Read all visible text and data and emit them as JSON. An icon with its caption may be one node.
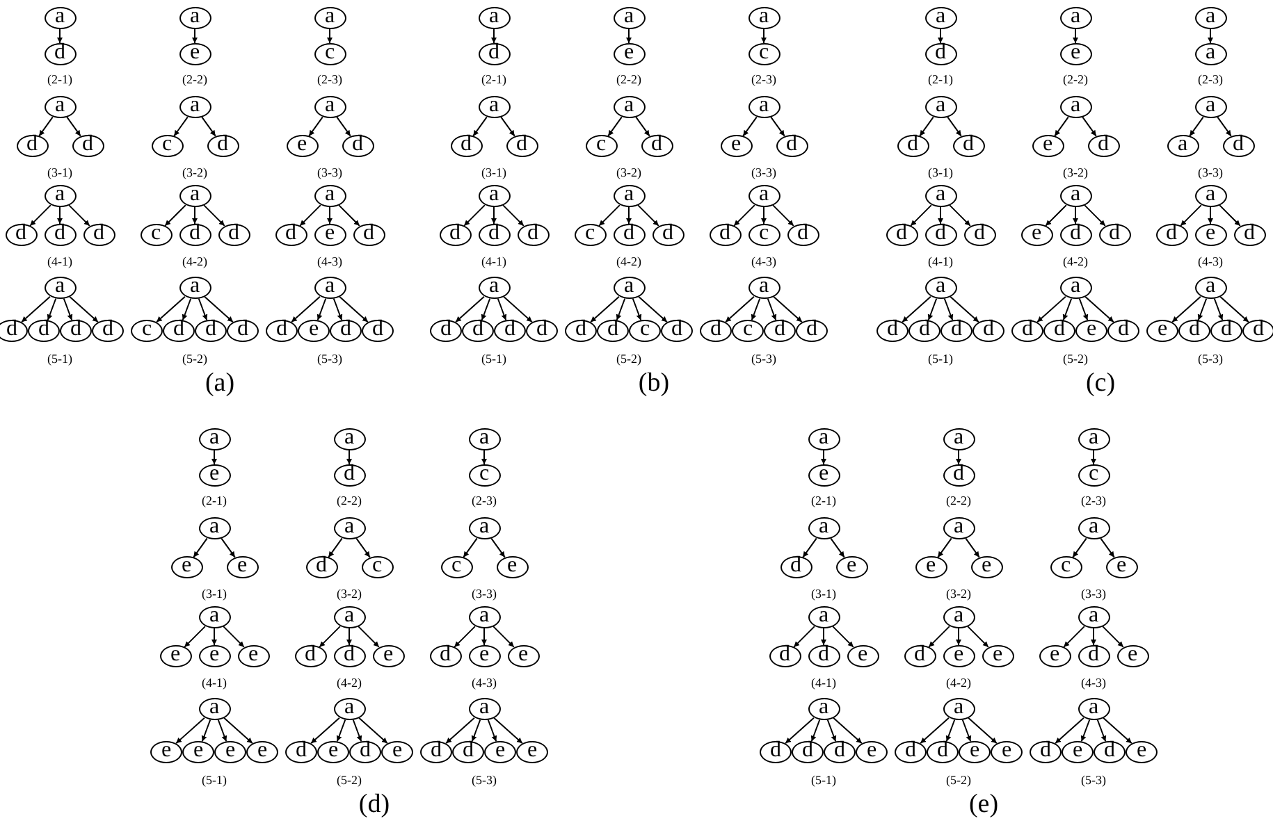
{
  "diagram": {
    "nodes": [
      {
        "text": [
          "a"
        ]
      },
      {
        "text": [
          "d"
        ]
      },
      {
        "text": [
          "a"
        ]
      },
      {
        "text": [
          "e"
        ]
      },
      {
        "text": [
          "a"
        ]
      },
      {
        "text": [
          "c"
        ]
      },
      {
        "text": [
          "a"
        ]
      },
      {
        "text": [
          "d"
        ]
      },
      {
        "text": [
          "d"
        ]
      },
      {
        "text": [
          "a"
        ]
      },
      {
        "text": [
          "c"
        ]
      },
      {
        "text": [
          "d"
        ]
      },
      {
        "text": [
          "a"
        ]
      },
      {
        "text": [
          "e"
        ]
      },
      {
        "text": [
          "d"
        ]
      },
      {
        "text": [
          "a"
        ]
      },
      {
        "text": [
          "d"
        ]
      },
      {
        "text": [
          "d"
        ]
      },
      {
        "text": [
          "d"
        ]
      },
      {
        "text": [
          "a"
        ]
      },
      {
        "text": [
          "c"
        ]
      },
      {
        "text": [
          "d"
        ]
      },
      {
        "text": [
          "d"
        ]
      },
      {
        "text": [
          "a"
        ]
      },
      {
        "text": [
          "d"
        ]
      },
      {
        "text": [
          "e"
        ]
      },
      {
        "text": [
          "d"
        ]
      },
      {
        "text": [
          "a"
        ]
      },
      {
        "text": [
          "d"
        ]
      },
      {
        "text": [
          "d"
        ]
      },
      {
        "text": [
          "d"
        ]
      },
      {
        "text": [
          "d"
        ]
      },
      {
        "text": [
          "a"
        ]
      },
      {
        "text": [
          "c"
        ]
      },
      {
        "text": [
          "d"
        ]
      },
      {
        "text": [
          "d"
        ]
      },
      {
        "text": [
          "d"
        ]
      },
      {
        "text": [
          "a"
        ]
      },
      {
        "text": [
          "d"
        ]
      },
      {
        "text": [
          "e"
        ]
      },
      {
        "text": [
          "d"
        ]
      },
      {
        "text": [
          "d"
        ]
      },
      {
        "text": [
          "a"
        ]
      },
      {
        "text": [
          "d"
        ]
      },
      {
        "text": [
          "a"
        ]
      },
      {
        "text": [
          "e"
        ]
      },
      {
        "text": [
          "a"
        ]
      },
      {
        "text": [
          "c"
        ]
      },
      {
        "text": [
          "a"
        ]
      },
      {
        "text": [
          "d"
        ]
      },
      {
        "text": [
          "d"
        ]
      },
      {
        "text": [
          "a"
        ]
      },
      {
        "text": [
          "c"
        ]
      },
      {
        "text": [
          "d"
        ]
      },
      {
        "text": [
          "a"
        ]
      },
      {
        "text": [
          "e"
        ]
      },
      {
        "text": [
          "d"
        ]
      },
      {
        "text": [
          "a"
        ]
      },
      {
        "text": [
          "d"
        ]
      },
      {
        "text": [
          "d"
        ]
      },
      {
        "text": [
          "d"
        ]
      },
      {
        "text": [
          "a"
        ]
      },
      {
        "text": [
          "c"
        ]
      },
      {
        "text": [
          "d"
        ]
      },
      {
        "text": [
          "d"
        ]
      },
      {
        "text": [
          "a"
        ]
      },
      {
        "text": [
          "d"
        ]
      },
      {
        "text": [
          "c"
        ]
      },
      {
        "text": [
          "d"
        ]
      },
      {
        "text": [
          "a"
        ]
      },
      {
        "text": [
          "d"
        ]
      },
      {
        "text": [
          "d"
        ]
      },
      {
        "text": [
          "d"
        ]
      },
      {
        "text": [
          "d"
        ]
      },
      {
        "text": [
          "a"
        ]
      },
      {
        "text": [
          "d"
        ]
      },
      {
        "text": [
          "d"
        ]
      },
      {
        "text": [
          "c"
        ]
      },
      {
        "text": [
          "d"
        ]
      },
      {
        "text": [
          "a"
        ]
      },
      {
        "text": [
          "d"
        ]
      },
      {
        "text": [
          "c"
        ]
      },
      {
        "text": [
          "d"
        ]
      },
      {
        "text": [
          "d"
        ]
      },
      {
        "text": [
          "a"
        ]
      },
      {
        "text": [
          "d"
        ]
      },
      {
        "text": [
          "a"
        ]
      },
      {
        "text": [
          "e"
        ]
      },
      {
        "text": [
          "a"
        ]
      },
      {
        "text": [
          "a"
        ]
      },
      {
        "text": [
          "a"
        ]
      },
      {
        "text": [
          "d"
        ]
      },
      {
        "text": [
          "d"
        ]
      },
      {
        "text": [
          "a"
        ]
      },
      {
        "text": [
          "e"
        ]
      },
      {
        "text": [
          "d"
        ]
      },
      {
        "text": [
          "a"
        ]
      },
      {
        "text": [
          "a"
        ]
      },
      {
        "text": [
          "d"
        ]
      },
      {
        "text": [
          "a"
        ]
      },
      {
        "text": [
          "d"
        ]
      },
      {
        "text": [
          "d"
        ]
      },
      {
        "text": [
          "d"
        ]
      },
      {
        "text": [
          "a"
        ]
      },
      {
        "text": [
          "e"
        ]
      },
      {
        "text": [
          "d"
        ]
      },
      {
        "text": [
          "d"
        ]
      },
      {
        "text": [
          "a"
        ]
      },
      {
        "text": [
          "d"
        ]
      },
      {
        "text": [
          "e"
        ]
      },
      {
        "text": [
          "d"
        ]
      },
      {
        "text": [
          "a"
        ]
      },
      {
        "text": [
          "d"
        ]
      },
      {
        "text": [
          "d"
        ]
      },
      {
        "text": [
          "d"
        ]
      },
      {
        "text": [
          "d"
        ]
      },
      {
        "text": [
          "a"
        ]
      },
      {
        "text": [
          "d"
        ]
      },
      {
        "text": [
          "d"
        ]
      },
      {
        "text": [
          "e"
        ]
      },
      {
        "text": [
          "d"
        ]
      },
      {
        "text": [
          "a"
        ]
      },
      {
        "text": [
          "e"
        ]
      },
      {
        "text": [
          "d"
        ]
      },
      {
        "text": [
          "d"
        ]
      },
      {
        "text": [
          "d"
        ]
      },
      {
        "text": [
          "a"
        ]
      },
      {
        "text": [
          "e"
        ]
      },
      {
        "text": [
          "a"
        ]
      },
      {
        "text": [
          "d"
        ]
      },
      {
        "text": [
          "a"
        ]
      },
      {
        "text": [
          "c"
        ]
      },
      {
        "text": [
          "a"
        ]
      },
      {
        "text": [
          "e"
        ]
      },
      {
        "text": [
          "e"
        ]
      },
      {
        "text": [
          "a"
        ]
      },
      {
        "text": [
          "d"
        ]
      },
      {
        "text": [
          "c"
        ]
      },
      {
        "text": [
          "a"
        ]
      },
      {
        "text": [
          "c"
        ]
      },
      {
        "text": [
          "e"
        ]
      },
      {
        "text": [
          "a"
        ]
      },
      {
        "text": [
          "e"
        ]
      },
      {
        "text": [
          "e"
        ]
      },
      {
        "text": [
          "e"
        ]
      },
      {
        "text": [
          "a"
        ]
      },
      {
        "text": [
          "d"
        ]
      },
      {
        "text": [
          "d"
        ]
      },
      {
        "text": [
          "e"
        ]
      },
      {
        "text": [
          "a"
        ]
      },
      {
        "text": [
          "d"
        ]
      },
      {
        "text": [
          "e"
        ]
      },
      {
        "text": [
          "e"
        ]
      },
      {
        "text": [
          "a"
        ]
      },
      {
        "text": [
          "e"
        ]
      },
      {
        "text": [
          "e"
        ]
      },
      {
        "text": [
          "e"
        ]
      },
      {
        "text": [
          "e"
        ]
      },
      {
        "text": [
          "a"
        ]
      },
      {
        "text": [
          "d"
        ]
      },
      {
        "text": [
          "e"
        ]
      },
      {
        "text": [
          "d"
        ]
      },
      {
        "text": [
          "e"
        ]
      },
      {
        "text": [
          "a"
        ]
      },
      {
        "text": [
          "d"
        ]
      },
      {
        "text": [
          "d"
        ]
      },
      {
        "text": [
          "e"
        ]
      },
      {
        "text": [
          "e"
        ]
      },
      {
        "text": [
          "a"
        ]
      },
      {
        "text": [
          "e"
        ]
      },
      {
        "text": [
          "a"
        ]
      },
      {
        "text": [
          "d"
        ]
      },
      {
        "text": [
          "a"
        ]
      },
      {
        "text": [
          "c"
        ]
      },
      {
        "text": [
          "a"
        ]
      },
      {
        "text": [
          "d"
        ]
      },
      {
        "text": [
          "e"
        ]
      },
      {
        "text": [
          "a"
        ]
      },
      {
        "text": [
          "e"
        ]
      },
      {
        "text": [
          "e"
        ]
      },
      {
        "text": [
          "a"
        ]
      },
      {
        "text": [
          "c"
        ]
      },
      {
        "text": [
          "e"
        ]
      },
      {
        "text": [
          "a"
        ]
      },
      {
        "text": [
          "d"
        ]
      },
      {
        "text": [
          "d"
        ]
      },
      {
        "text": [
          "e"
        ]
      },
      {
        "text": [
          "a"
        ]
      },
      {
        "text": [
          "d"
        ]
      },
      {
        "text": [
          "e"
        ]
      },
      {
        "text": [
          "e"
        ]
      },
      {
        "text": [
          "a"
        ]
      },
      {
        "text": [
          "e"
        ]
      },
      {
        "text": [
          "d"
        ]
      },
      {
        "text": [
          "e"
        ]
      },
      {
        "text": [
          "a"
        ]
      },
      {
        "text": [
          "d"
        ]
      },
      {
        "text": [
          "d"
        ]
      },
      {
        "text": [
          "d"
        ]
      },
      {
        "text": [
          "e"
        ]
      },
      {
        "text": [
          "a"
        ]
      },
      {
        "text": [
          "d"
        ]
      },
      {
        "text": [
          "d"
        ]
      },
      {
        "text": [
          "e"
        ]
      },
      {
        "text": [
          "e"
        ]
      },
      {
        "text": [
          "a"
        ]
      },
      {
        "text": [
          "d"
        ]
      },
      {
        "text": [
          "e"
        ]
      },
      {
        "text": [
          "d"
        ]
      },
      {
        "text": [
          "e"
        ]
      }
    ],
    "edges": [
      {
        "from": 0,
        "to": 1,
        "arrow": "to"
      },
      {
        "from": 2,
        "to": 3,
        "arrow": "to"
      },
      {
        "from": 4,
        "to": 5,
        "arrow": "to"
      },
      {
        "from": 6,
        "to": 7,
        "arrow": "to"
      },
      {
        "from": 6,
        "to": 8,
        "arrow": "to"
      },
      {
        "from": 9,
        "to": 10,
        "arrow": "to"
      },
      {
        "from": 9,
        "to": 11,
        "arrow": "to"
      },
      {
        "from": 12,
        "to": 13,
        "arrow": "to"
      },
      {
        "from": 12,
        "to": 14,
        "arrow": "to"
      },
      {
        "from": 15,
        "to": 16,
        "arrow": "to"
      },
      {
        "from": 15,
        "to": 17,
        "arrow": "to"
      },
      {
        "from": 15,
        "to": 18,
        "arrow": "to"
      },
      {
        "from": 19,
        "to": 20,
        "arrow": "to"
      },
      {
        "from": 19,
        "to": 21,
        "arrow": "to"
      },
      {
        "from": 19,
        "to": 22,
        "arrow": "to"
      },
      {
        "from": 23,
        "to": 24,
        "arrow": "to"
      },
      {
        "from": 23,
        "to": 25,
        "arrow": "to"
      },
      {
        "from": 23,
        "to": 26,
        "arrow": "to"
      },
      {
        "from": 27,
        "to": 28,
        "arrow": "to"
      },
      {
        "from": 27,
        "to": 29,
        "arrow": "to"
      },
      {
        "from": 27,
        "to": 30,
        "arrow": "to"
      },
      {
        "from": 27,
        "to": 31,
        "arrow": "to"
      },
      {
        "from": 32,
        "to": 33,
        "arrow": "to"
      },
      {
        "from": 32,
        "to": 34,
        "arrow": "to"
      },
      {
        "from": 32,
        "to": 35,
        "arrow": "to"
      },
      {
        "from": 32,
        "to": 36,
        "arrow": "to"
      },
      {
        "from": 37,
        "to": 38,
        "arrow": "to"
      },
      {
        "from": 37,
        "to": 39,
        "arrow": "to"
      },
      {
        "from": 37,
        "to": 40,
        "arrow": "to"
      },
      {
        "from": 37,
        "to": 41,
        "arrow": "to"
      },
      {
        "from": 42,
        "to": 43,
        "arrow": "to"
      },
      {
        "from": 44,
        "to": 45,
        "arrow": "to"
      },
      {
        "from": 46,
        "to": 47,
        "arrow": "to"
      },
      {
        "from": 48,
        "to": 49,
        "arrow": "to"
      },
      {
        "from": 48,
        "to": 50,
        "arrow": "to"
      },
      {
        "from": 51,
        "to": 52,
        "arrow": "to"
      },
      {
        "from": 51,
        "to": 53,
        "arrow": "to"
      },
      {
        "from": 54,
        "to": 55,
        "arrow": "to"
      },
      {
        "from": 54,
        "to": 56,
        "arrow": "to"
      },
      {
        "from": 57,
        "to": 58,
        "arrow": "to"
      },
      {
        "from": 57,
        "to": 59,
        "arrow": "to"
      },
      {
        "from": 57,
        "to": 60,
        "arrow": "to"
      },
      {
        "from": 61,
        "to": 62,
        "arrow": "to"
      },
      {
        "from": 61,
        "to": 63,
        "arrow": "to"
      },
      {
        "from": 61,
        "to": 64,
        "arrow": "to"
      },
      {
        "from": 65,
        "to": 66,
        "arrow": "to"
      },
      {
        "from": 65,
        "to": 67,
        "arrow": "to"
      },
      {
        "from": 65,
        "to": 68,
        "arrow": "to"
      },
      {
        "from": 69,
        "to": 70,
        "arrow": "to"
      },
      {
        "from": 69,
        "to": 71,
        "arrow": "to"
      },
      {
        "from": 69,
        "to": 72,
        "arrow": "to"
      },
      {
        "from": 69,
        "to": 73,
        "arrow": "to"
      },
      {
        "from": 74,
        "to": 75,
        "arrow": "to"
      },
      {
        "from": 74,
        "to": 76,
        "arrow": "to"
      },
      {
        "from": 74,
        "to": 77,
        "arrow": "to"
      },
      {
        "from": 74,
        "to": 78,
        "arrow": "to"
      },
      {
        "from": 79,
        "to": 80,
        "arrow": "to"
      },
      {
        "from": 79,
        "to": 81,
        "arrow": "to"
      },
      {
        "from": 79,
        "to": 82,
        "arrow": "to"
      },
      {
        "from": 79,
        "to": 83,
        "arrow": "to"
      },
      {
        "from": 84,
        "to": 85,
        "arrow": "to"
      },
      {
        "from": 86,
        "to": 87,
        "arrow": "to"
      },
      {
        "from": 88,
        "to": 89,
        "arrow": "to"
      },
      {
        "from": 90,
        "to": 91,
        "arrow": "to"
      },
      {
        "from": 90,
        "to": 92,
        "arrow": "to"
      },
      {
        "from": 93,
        "to": 94,
        "arrow": "to"
      },
      {
        "from": 93,
        "to": 95,
        "arrow": "to"
      },
      {
        "from": 96,
        "to": 97,
        "arrow": "to"
      },
      {
        "from": 96,
        "to": 98,
        "arrow": "to"
      },
      {
        "from": 99,
        "to": 100,
        "arrow": "to"
      },
      {
        "from": 99,
        "to": 101,
        "arrow": "to"
      },
      {
        "from": 99,
        "to": 102,
        "arrow": "to"
      },
      {
        "from": 103,
        "to": 104,
        "arrow": "to"
      },
      {
        "from": 103,
        "to": 105,
        "arrow": "to"
      },
      {
        "from": 103,
        "to": 106,
        "arrow": "to"
      },
      {
        "from": 107,
        "to": 108,
        "arrow": "to"
      },
      {
        "from": 107,
        "to": 109,
        "arrow": "to"
      },
      {
        "from": 107,
        "to": 110,
        "arrow": "to"
      },
      {
        "from": 111,
        "to": 112,
        "arrow": "to"
      },
      {
        "from": 111,
        "to": 113,
        "arrow": "to"
      },
      {
        "from": 111,
        "to": 114,
        "arrow": "to"
      },
      {
        "from": 111,
        "to": 115,
        "arrow": "to"
      },
      {
        "from": 116,
        "to": 117,
        "arrow": "to"
      },
      {
        "from": 116,
        "to": 118,
        "arrow": "to"
      },
      {
        "from": 116,
        "to": 119,
        "arrow": "to"
      },
      {
        "from": 116,
        "to": 120,
        "arrow": "to"
      },
      {
        "from": 121,
        "to": 122,
        "arrow": "to"
      },
      {
        "from": 121,
        "to": 123,
        "arrow": "to"
      },
      {
        "from": 121,
        "to": 124,
        "arrow": "to"
      },
      {
        "from": 121,
        "to": 125,
        "arrow": "to"
      },
      {
        "from": 126,
        "to": 127,
        "arrow": "to"
      },
      {
        "from": 128,
        "to": 129,
        "arrow": "to"
      },
      {
        "from": 130,
        "to": 131,
        "arrow": "to"
      },
      {
        "from": 132,
        "to": 133,
        "arrow": "to"
      },
      {
        "from": 132,
        "to": 134,
        "arrow": "to"
      },
      {
        "from": 135,
        "to": 136,
        "arrow": "to"
      },
      {
        "from": 135,
        "to": 137,
        "arrow": "to"
      },
      {
        "from": 138,
        "to": 139,
        "arrow": "to"
      },
      {
        "from": 138,
        "to": 140,
        "arrow": "to"
      },
      {
        "from": 141,
        "to": 142,
        "arrow": "to"
      },
      {
        "from": 141,
        "to": 143,
        "arrow": "to"
      },
      {
        "from": 141,
        "to": 144,
        "arrow": "to"
      },
      {
        "from": 145,
        "to": 146,
        "arrow": "to"
      },
      {
        "from": 145,
        "to": 147,
        "arrow": "to"
      },
      {
        "from": 145,
        "to": 148,
        "arrow": "to"
      },
      {
        "from": 149,
        "to": 150,
        "arrow": "to"
      },
      {
        "from": 149,
        "to": 151,
        "arrow": "to"
      },
      {
        "from": 149,
        "to": 152,
        "arrow": "to"
      },
      {
        "from": 153,
        "to": 154,
        "arrow": "to"
      },
      {
        "from": 153,
        "to": 155,
        "arrow": "to"
      },
      {
        "from": 153,
        "to": 156,
        "arrow": "to"
      },
      {
        "from": 153,
        "to": 157,
        "arrow": "to"
      },
      {
        "from": 158,
        "to": 159,
        "arrow": "to"
      },
      {
        "from": 158,
        "to": 160,
        "arrow": "to"
      },
      {
        "from": 158,
        "to": 161,
        "arrow": "to"
      },
      {
        "from": 158,
        "to": 162,
        "arrow": "to"
      },
      {
        "from": 163,
        "to": 164,
        "arrow": "to"
      },
      {
        "from": 163,
        "to": 165,
        "arrow": "to"
      },
      {
        "from": 163,
        "to": 166,
        "arrow": "to"
      },
      {
        "from": 163,
        "to": 167,
        "arrow": "to"
      },
      {
        "from": 168,
        "to": 169,
        "arrow": "to"
      },
      {
        "from": 170,
        "to": 171,
        "arrow": "to"
      },
      {
        "from": 172,
        "to": 173,
        "arrow": "to"
      },
      {
        "from": 174,
        "to": 175,
        "arrow": "to"
      },
      {
        "from": 174,
        "to": 176,
        "arrow": "to"
      },
      {
        "from": 177,
        "to": 178,
        "arrow": "to"
      },
      {
        "from": 177,
        "to": 179,
        "arrow": "to"
      },
      {
        "from": 180,
        "to": 181,
        "arrow": "to"
      },
      {
        "from": 180,
        "to": 182,
        "arrow": "to"
      },
      {
        "from": 183,
        "to": 184,
        "arrow": "to"
      },
      {
        "from": 183,
        "to": 185,
        "arrow": "to"
      },
      {
        "from": 183,
        "to": 186,
        "arrow": "to"
      },
      {
        "from": 187,
        "to": 188,
        "arrow": "to"
      },
      {
        "from": 187,
        "to": 189,
        "arrow": "to"
      },
      {
        "from": 187,
        "to": 190,
        "arrow": "to"
      },
      {
        "from": 191,
        "to": 192,
        "arrow": "to"
      },
      {
        "from": 191,
        "to": 193,
        "arrow": "to"
      },
      {
        "from": 191,
        "to": 194,
        "arrow": "to"
      },
      {
        "from": 195,
        "to": 196,
        "arrow": "to"
      },
      {
        "from": 195,
        "to": 197,
        "arrow": "to"
      },
      {
        "from": 195,
        "to": 198,
        "arrow": "to"
      },
      {
        "from": 195,
        "to": 199,
        "arrow": "to"
      },
      {
        "from": 200,
        "to": 201,
        "arrow": "to"
      },
      {
        "from": 200,
        "to": 202,
        "arrow": "to"
      },
      {
        "from": 200,
        "to": 203,
        "arrow": "to"
      },
      {
        "from": 200,
        "to": 204,
        "arrow": "to"
      },
      {
        "from": 205,
        "to": 206,
        "arrow": "to"
      },
      {
        "from": 205,
        "to": 207,
        "arrow": "to"
      },
      {
        "from": 205,
        "to": 208,
        "arrow": "to"
      },
      {
        "from": 205,
        "to": 209,
        "arrow": "to"
      }
    ],
    "labels": [
      "(2-1)",
      "(2-2)",
      "(2-3)",
      "(3-1)",
      "(3-2)",
      "(3-3)",
      "(4-1)",
      "(4-2)",
      "(4-3)",
      "(5-1)",
      "(5-2)",
      "(5-3)",
      "(a)",
      "(2-1)",
      "(2-2)",
      "(2-3)",
      "(3-1)",
      "(3-2)",
      "(3-3)",
      "(4-1)",
      "(4-2)",
      "(4-3)",
      "(5-1)",
      "(5-2)",
      "(5-3)",
      "(b)",
      "(2-1)",
      "(2-2)",
      "(2-3)",
      "(3-1)",
      "(3-2)",
      "(3-3)",
      "(4-1)",
      "(4-2)",
      "(4-3)",
      "(5-1)",
      "(5-2)",
      "(5-3)",
      "(c)",
      "(2-1)",
      "(2-2)",
      "(2-3)",
      "(3-1)",
      "(3-2)",
      "(3-3)",
      "(4-1)",
      "(4-2)",
      "(4-3)",
      "(5-1)",
      "(5-2)",
      "(5-3)",
      "(d)",
      "(2-1)",
      "(2-2)",
      "(2-3)",
      "(3-1)",
      "(3-2)",
      "(3-3)",
      "(4-1)",
      "(4-2)",
      "(4-3)",
      "(5-1)",
      "(5-2)",
      "(5-3)",
      "(e)"
    ]
  }
}
